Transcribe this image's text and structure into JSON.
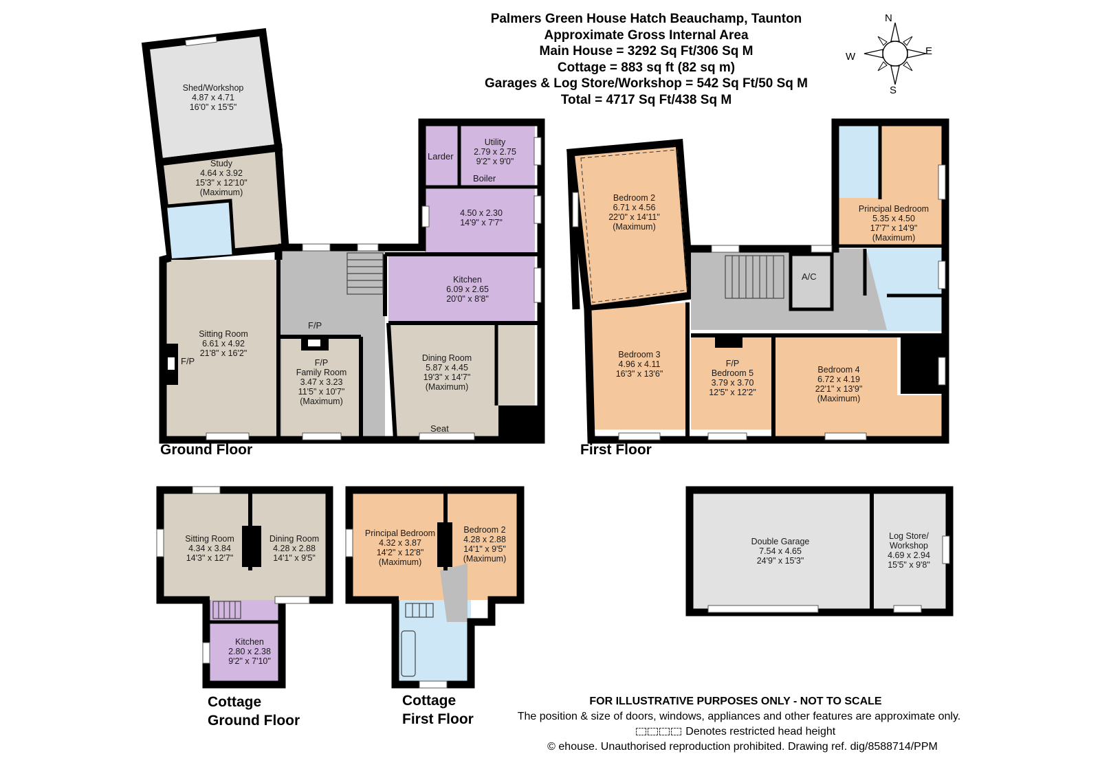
{
  "header": {
    "title": "Palmers Green House Hatch Beauchamp, Taunton",
    "subtitle": "Approximate Gross Internal Area",
    "areas": [
      "Main House = 3292 Sq Ft/306 Sq M",
      "Cottage = 883 sq ft (82 sq m)",
      "Garages & Log Store/Workshop = 542 Sq Ft/50 Sq M",
      "Total = 4717 Sq Ft/438 Sq M"
    ]
  },
  "compass": {
    "n": "N",
    "e": "E",
    "s": "S",
    "w": "W"
  },
  "floors": {
    "ground": "Ground Floor",
    "first": "First Floor",
    "cottage_ground": [
      "Cottage",
      "Ground Floor"
    ],
    "cottage_first": [
      "Cottage",
      "First Floor"
    ]
  },
  "colors": {
    "grey_room": "#d7d0c3",
    "hall": "#bdbdbd",
    "kitchen": "#d2b7e0",
    "bedroom": "#f4c79d",
    "bathroom": "#cde7f7",
    "garage": "#e2e2e2",
    "wall": "#000000"
  },
  "rooms": {
    "shed": [
      "Shed/Workshop",
      "4.87 x 4.71",
      "16'0\" x 15'5\""
    ],
    "study": [
      "Study",
      "4.64 x 3.92",
      "15'3\" x 12'10\"",
      "(Maximum)"
    ],
    "utility": [
      "Utility",
      "2.79 x 2.75",
      "9'2\" x 9'0\""
    ],
    "larder": "Larder",
    "boiler": "Boiler",
    "lobby": [
      "4.50 x 2.30",
      "14'9\" x 7'7\""
    ],
    "kitchen": [
      "Kitchen",
      "6.09 x 2.65",
      "20'0\" x 8'8\""
    ],
    "sitting": [
      "Sitting Room",
      "6.61 x 4.92",
      "21'8\" x 16'2\""
    ],
    "family": [
      "F/P",
      "Family Room",
      "3.47 x 3.23",
      "11'5\" x 10'7\"",
      "(Maximum)"
    ],
    "dining": [
      "Dining Room",
      "5.87 x 4.45",
      "19'3\" x 14'7\"",
      "(Maximum)"
    ],
    "seat": "Seat",
    "fp_hall": "F/P",
    "fp_sitting": "F/P",
    "bed2": [
      "Bedroom 2",
      "6.71 x 4.56",
      "22'0\" x 14'11\"",
      "(Maximum)"
    ],
    "principal": [
      "Principal Bedroom",
      "5.35 x 4.50",
      "17'7\" x 14'9\"",
      "(Maximum)"
    ],
    "ac": "A/C",
    "bed3": [
      "Bedroom 3",
      "4.96 x 4.11",
      "16'3\" x 13'6\""
    ],
    "bed5": [
      "F/P",
      "Bedroom 5",
      "3.79 x 3.70",
      "12'5\" x 12'2\""
    ],
    "bed4": [
      "Bedroom 4",
      "6.72 x 4.19",
      "22'1\" x 13'9\"",
      "(Maximum)"
    ],
    "c_sitting": [
      "Sitting Room",
      "4.34 x 3.84",
      "14'3\" x 12'7\""
    ],
    "c_dining": [
      "Dining Room",
      "4.28 x 2.88",
      "14'1\" x 9'5\""
    ],
    "c_kitchen": [
      "Kitchen",
      "2.80 x 2.38",
      "9'2\" x 7'10\""
    ],
    "c_principal": [
      "Principal Bedroom",
      "4.32 x 3.87",
      "14'2\" x 12'8\"",
      "(Maximum)"
    ],
    "c_bed2": [
      "Bedroom 2",
      "4.28 x 2.88",
      "14'1\" x 9'5\"",
      "(Maximum)"
    ],
    "garage": [
      "Double Garage",
      "7.54 x 4.65",
      "24'9\" x 15'3\""
    ],
    "logstore": [
      "Log Store/",
      "Workshop",
      "4.69 x 2.94",
      "15'5\" x 9'8\""
    ]
  },
  "footer": {
    "disclaimer": "FOR ILLUSTRATIVE PURPOSES ONLY - NOT TO SCALE",
    "note": "The position & size of doors, windows, appliances and other features are approximate only.",
    "legend": "Denotes restricted head height",
    "copyright": "© ehouse. Unauthorised reproduction prohibited. Drawing ref. dig/8588714/PPM"
  }
}
